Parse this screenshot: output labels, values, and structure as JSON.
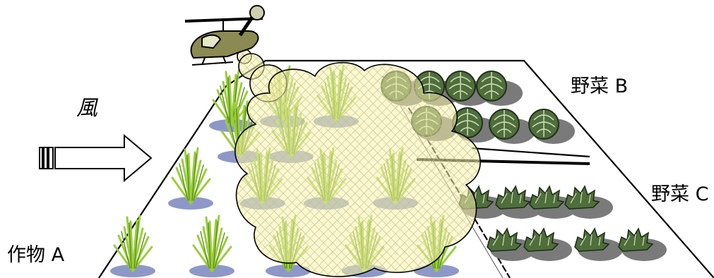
{
  "labels": {
    "wind": "風",
    "vegetable_b": "野菜 B",
    "vegetable_c": "野菜 C",
    "crop_a": "作物 A"
  },
  "icons": {
    "aircraft": "helicopter-icon",
    "wind_direction": "arrow-right-icon",
    "crop_a_plant": "rice-plant-icon",
    "vegetable_b_plant": "cabbage-icon",
    "vegetable_c_plant": "lettuce-icon"
  },
  "colors": {
    "drift_fill": "#f7f2a6",
    "drift_hatch": "#c9c9a0",
    "plant_green": "#9acd3f",
    "plant_dark": "#5f8f1a",
    "water_patch": "#8e98c8",
    "cabbage": "#4f6e3c",
    "shadow": "#7a7a7a",
    "helicopter": "#8a8a52"
  }
}
